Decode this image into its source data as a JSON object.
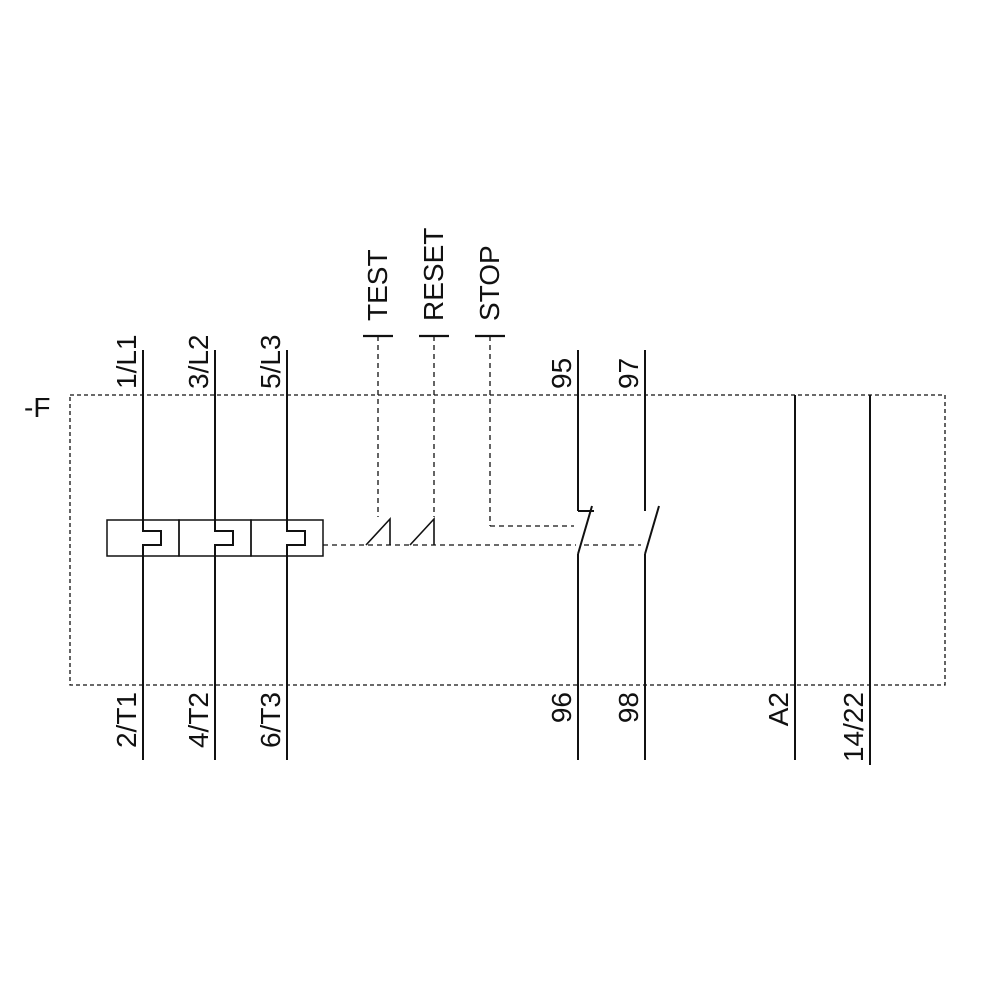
{
  "device": {
    "designator": "-F"
  },
  "power_terminals": {
    "top": [
      "1/L1",
      "3/L2",
      "5/L3"
    ],
    "bottom": [
      "2/T1",
      "4/T2",
      "6/T3"
    ]
  },
  "controls": {
    "test": "TEST",
    "reset": "RESET",
    "stop": "STOP"
  },
  "aux_contacts": {
    "nc_top": "95",
    "nc_bottom": "96",
    "no_top": "97",
    "no_bottom": "98"
  },
  "right_terminals": [
    "A2",
    "14/22"
  ],
  "colors": {
    "line": "#111111",
    "background": "#ffffff"
  }
}
